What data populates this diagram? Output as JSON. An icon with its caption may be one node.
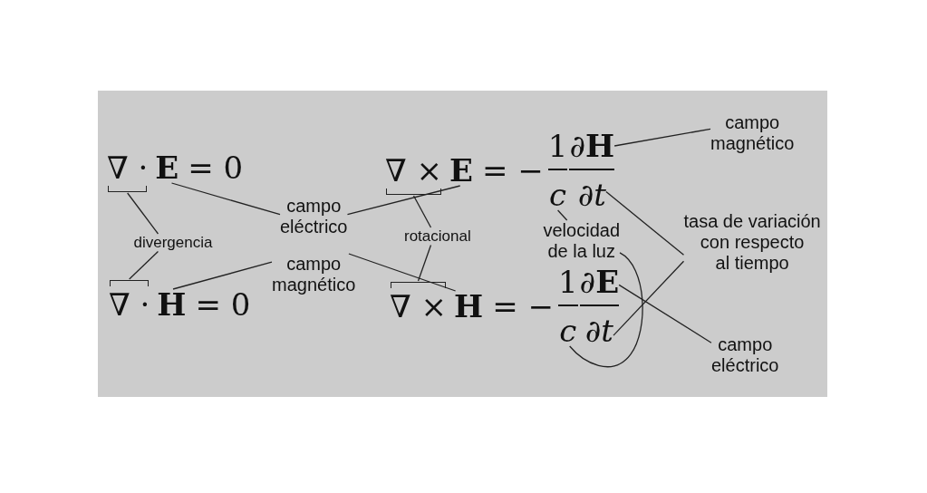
{
  "diagram": {
    "nodes": [
      {
        "text": [
          "∇ ·"
        ]
      },
      {
        "text": [
          "E"
        ]
      },
      {
        "text": [
          "∇ ×"
        ]
      },
      {
        "text": [
          "E"
        ]
      },
      {
        "text": [
          "H"
        ]
      },
      {
        "text": [
          "campo magnético"
        ]
      },
      {
        "text": [
          "c"
        ]
      },
      {
        "text": [
          "∂t"
        ]
      },
      {
        "text": [
          "campo eléctrico"
        ]
      },
      {
        "text": [
          "divergencia"
        ]
      },
      {
        "text": [
          "rotacional"
        ]
      },
      {
        "text": [
          "velocidad de la luz"
        ]
      },
      {
        "text": [
          "tasa de variación con respecto al tiempo"
        ]
      },
      {
        "text": [
          "campo magnético"
        ]
      },
      {
        "text": [
          "∇ ·"
        ]
      },
      {
        "text": [
          "H"
        ]
      },
      {
        "text": [
          "∇ ×"
        ]
      },
      {
        "text": [
          "H"
        ]
      },
      {
        "text": [
          "E"
        ]
      },
      {
        "text": [
          "c"
        ]
      },
      {
        "text": [
          "∂t"
        ]
      },
      {
        "text": [
          "campo eléctrico"
        ]
      }
    ],
    "edges": [
      {
        "from": 9,
        "to": 0,
        "arrow": "none"
      },
      {
        "from": 9,
        "to": 14,
        "arrow": "none"
      },
      {
        "from": 8,
        "to": 1,
        "arrow": "none"
      },
      {
        "from": 8,
        "to": 3,
        "arrow": "none"
      },
      {
        "from": 13,
        "to": 15,
        "arrow": "none"
      },
      {
        "from": 13,
        "to": 17,
        "arrow": "none"
      },
      {
        "from": 10,
        "to": 2,
        "arrow": "none"
      },
      {
        "from": 10,
        "to": 16,
        "arrow": "none"
      },
      {
        "from": 5,
        "to": 4,
        "arrow": "none"
      },
      {
        "from": 11,
        "to": 6,
        "arrow": "none"
      },
      {
        "from": 11,
        "to": 19,
        "arrow": "none"
      },
      {
        "from": 12,
        "to": 7,
        "arrow": "none"
      },
      {
        "from": 12,
        "to": 20,
        "arrow": "none"
      },
      {
        "from": 21,
        "to": 18,
        "arrow": "none"
      }
    ],
    "labels": [
      "= 0",
      "= −",
      "1",
      "∂",
      "= 0",
      "= −",
      "1",
      "∂"
    ]
  }
}
